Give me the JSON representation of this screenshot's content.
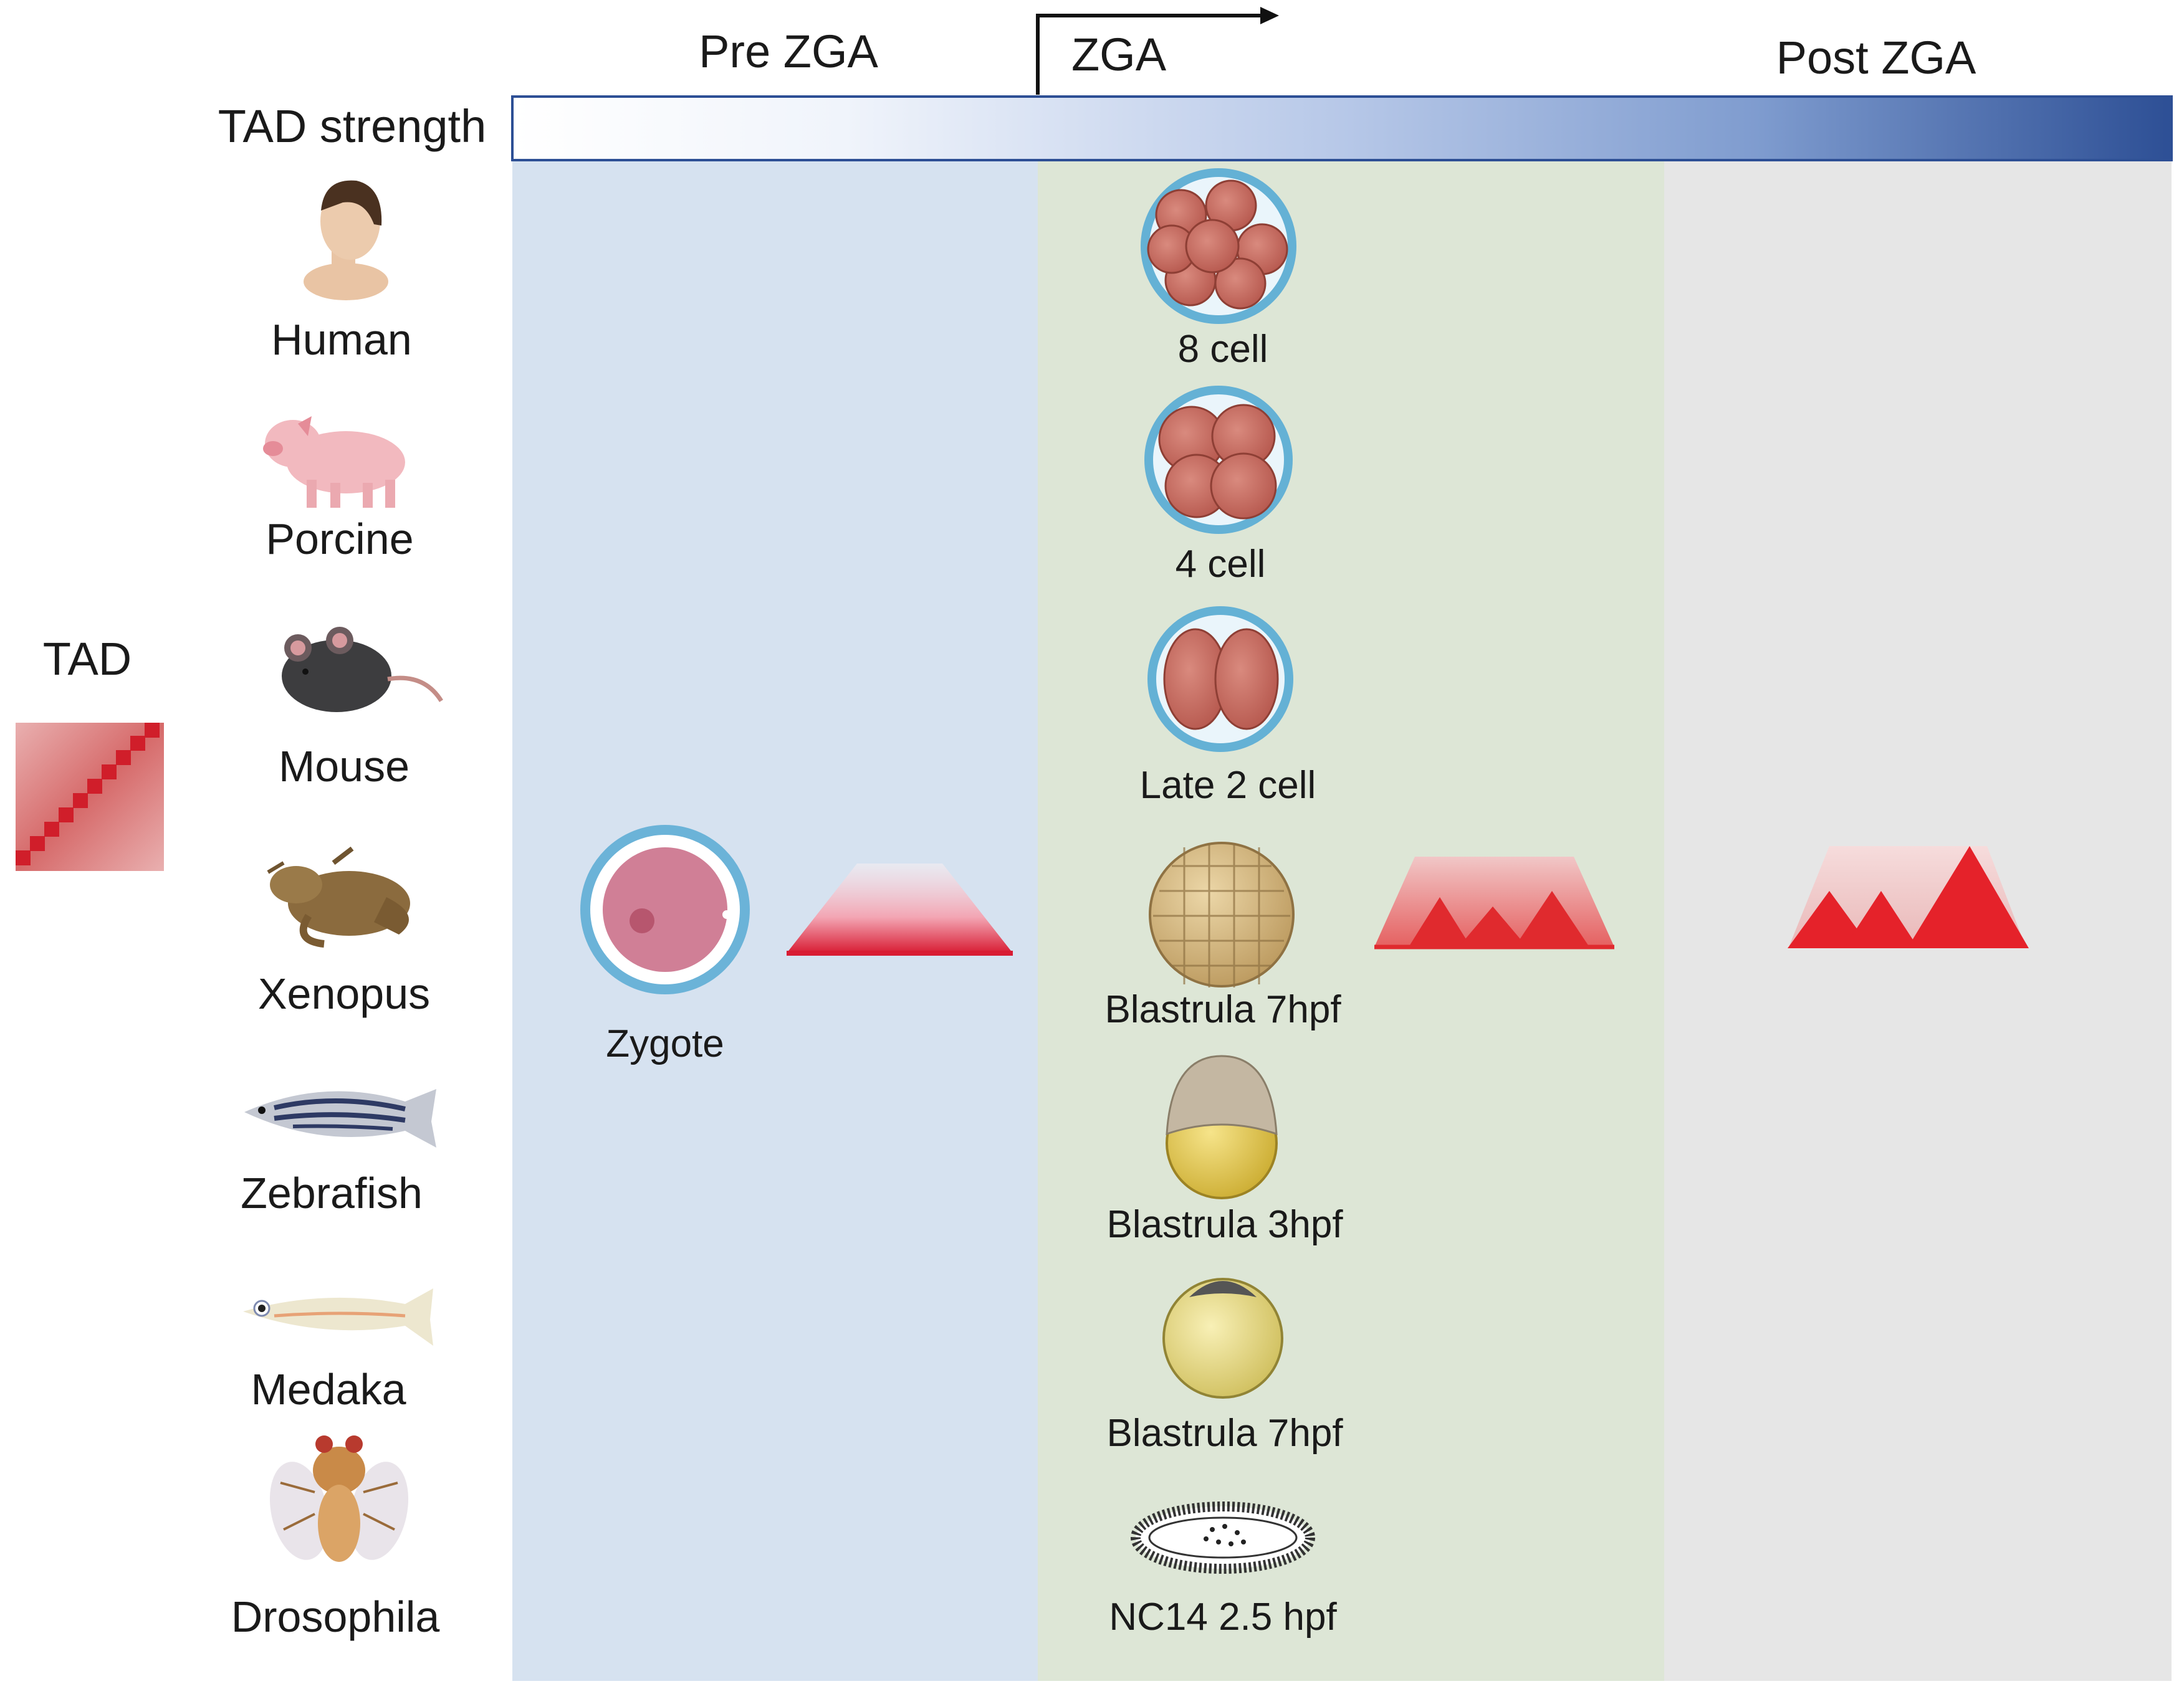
{
  "phases": {
    "pre": "Pre ZGA",
    "zga": "ZGA",
    "post": "Post ZGA"
  },
  "tad_strength_label": "TAD strength",
  "tad_legend_label": "TAD",
  "colors": {
    "pre_zga_bg": "#d6e2f0",
    "zga_bg": "#dde6d6",
    "post_zga_bg": "#e6e6e6",
    "gradient_start": "#ffffff",
    "gradient_end": "#2d4f95",
    "tad_red": "#e0242b"
  },
  "species": [
    {
      "name": "Human",
      "icon": "human-icon"
    },
    {
      "name": "Porcine",
      "icon": "pig-icon"
    },
    {
      "name": "Mouse",
      "icon": "mouse-icon"
    },
    {
      "name": "Xenopus",
      "icon": "frog-icon"
    },
    {
      "name": "Zebrafish",
      "icon": "zebrafish-icon"
    },
    {
      "name": "Medaka",
      "icon": "medaka-icon"
    },
    {
      "name": "Drosophila",
      "icon": "fly-icon"
    }
  ],
  "zygote_label": "Zygote",
  "stages": [
    {
      "label": "8 cell",
      "icon": "eight-cell-embryo-icon"
    },
    {
      "label": "4 cell",
      "icon": "four-cell-embryo-icon"
    },
    {
      "label": "Late 2 cell",
      "icon": "two-cell-embryo-icon"
    },
    {
      "label": "Blastrula 7hpf",
      "icon": "xenopus-blastula-icon"
    },
    {
      "label": "Blastrula 3hpf",
      "icon": "zebrafish-blastula-icon"
    },
    {
      "label": "Blastrula 7hpf",
      "icon": "medaka-blastula-icon"
    },
    {
      "label": "NC14 2.5 hpf",
      "icon": "drosophila-embryo-icon"
    }
  ]
}
